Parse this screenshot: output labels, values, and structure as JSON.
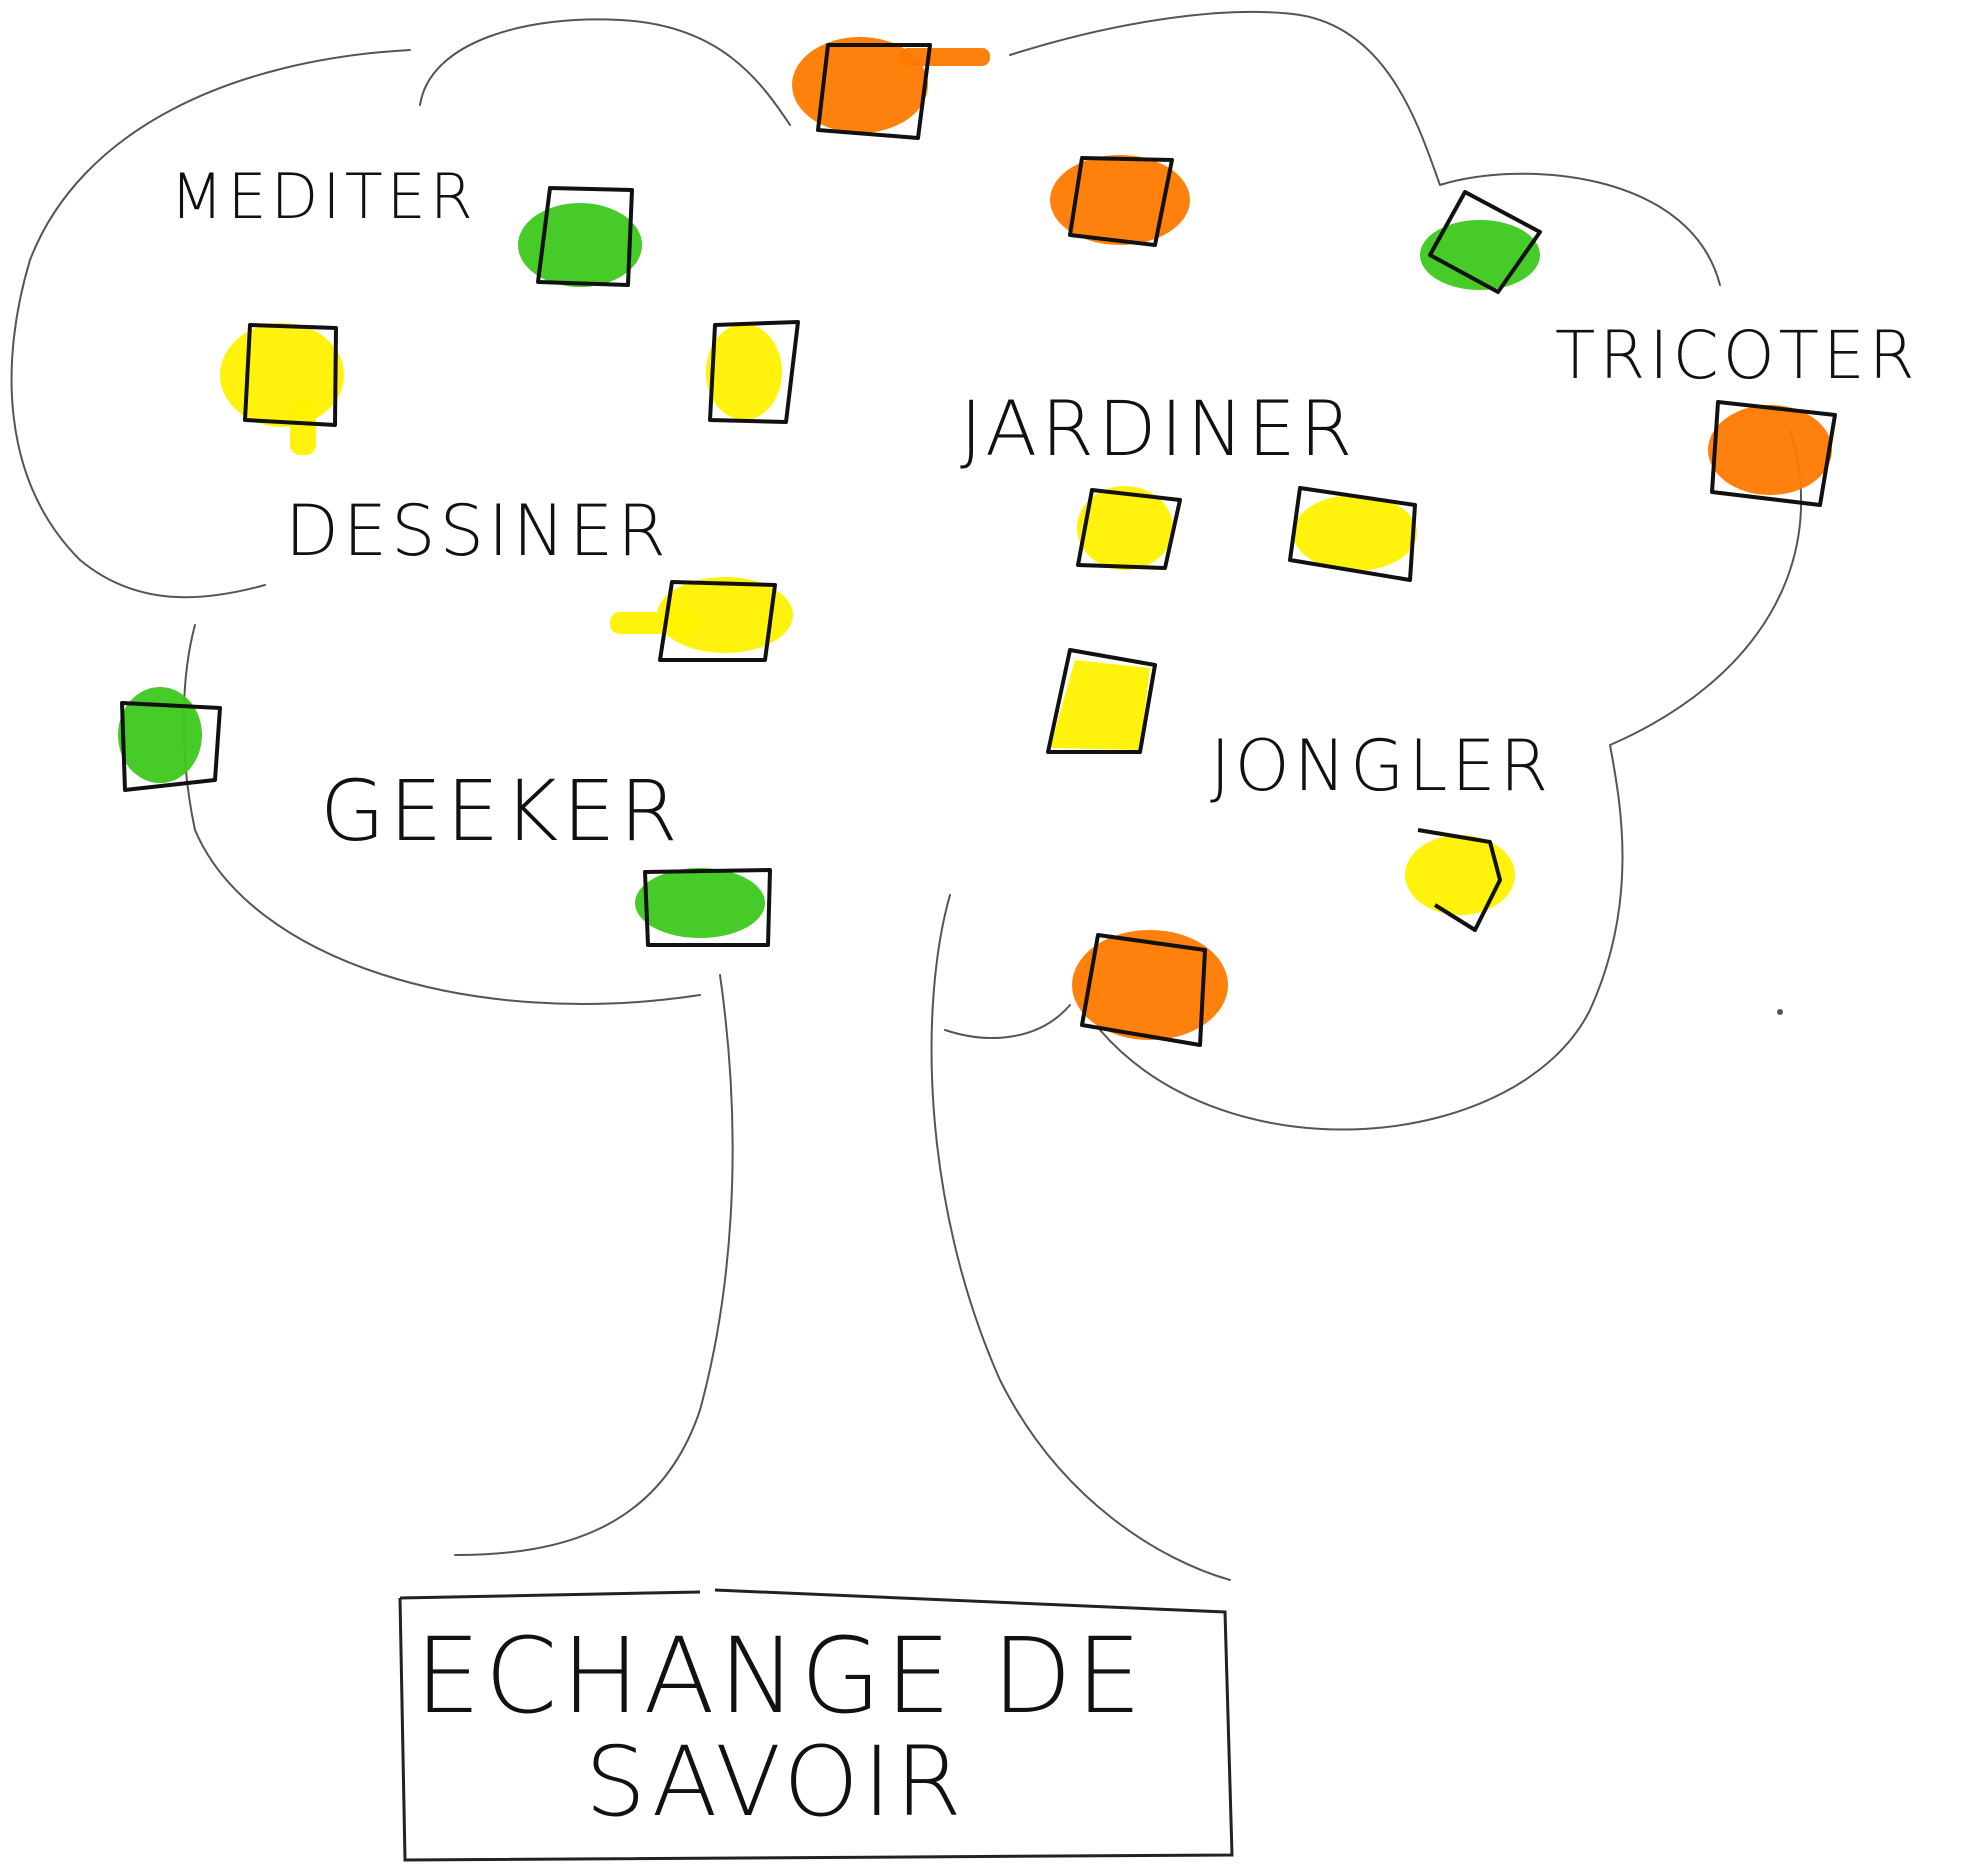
{
  "labels": {
    "mediter": "MEDITER",
    "dessiner": "DESSINER",
    "geeker": "GEEKER",
    "jardiner": "JARDINER",
    "tricoter": "TRICOTER",
    "jongler": "JONGLER"
  },
  "root": {
    "line1": "ECHANGE DE",
    "line2": "SAVOIR"
  },
  "colors": {
    "green": "#3cc81e",
    "yellow": "#fff200",
    "orange": "#ff7a00",
    "ink": "#111111"
  },
  "leaves": [
    {
      "name": "leaf-top-center",
      "color": "orange"
    },
    {
      "name": "leaf-mediter",
      "color": "green"
    },
    {
      "name": "leaf-left-1",
      "color": "yellow"
    },
    {
      "name": "leaf-left-2",
      "color": "yellow"
    },
    {
      "name": "leaf-dessiner",
      "color": "yellow"
    },
    {
      "name": "leaf-far-left",
      "color": "green"
    },
    {
      "name": "leaf-geeker",
      "color": "green"
    },
    {
      "name": "leaf-upper-mid",
      "color": "orange"
    },
    {
      "name": "leaf-upper-right",
      "color": "green"
    },
    {
      "name": "leaf-tricoter",
      "color": "orange"
    },
    {
      "name": "leaf-jardiner-1",
      "color": "yellow"
    },
    {
      "name": "leaf-jardiner-2",
      "color": "yellow"
    },
    {
      "name": "leaf-mid",
      "color": "yellow"
    },
    {
      "name": "leaf-jongler",
      "color": "yellow"
    },
    {
      "name": "leaf-bottom",
      "color": "orange"
    }
  ]
}
